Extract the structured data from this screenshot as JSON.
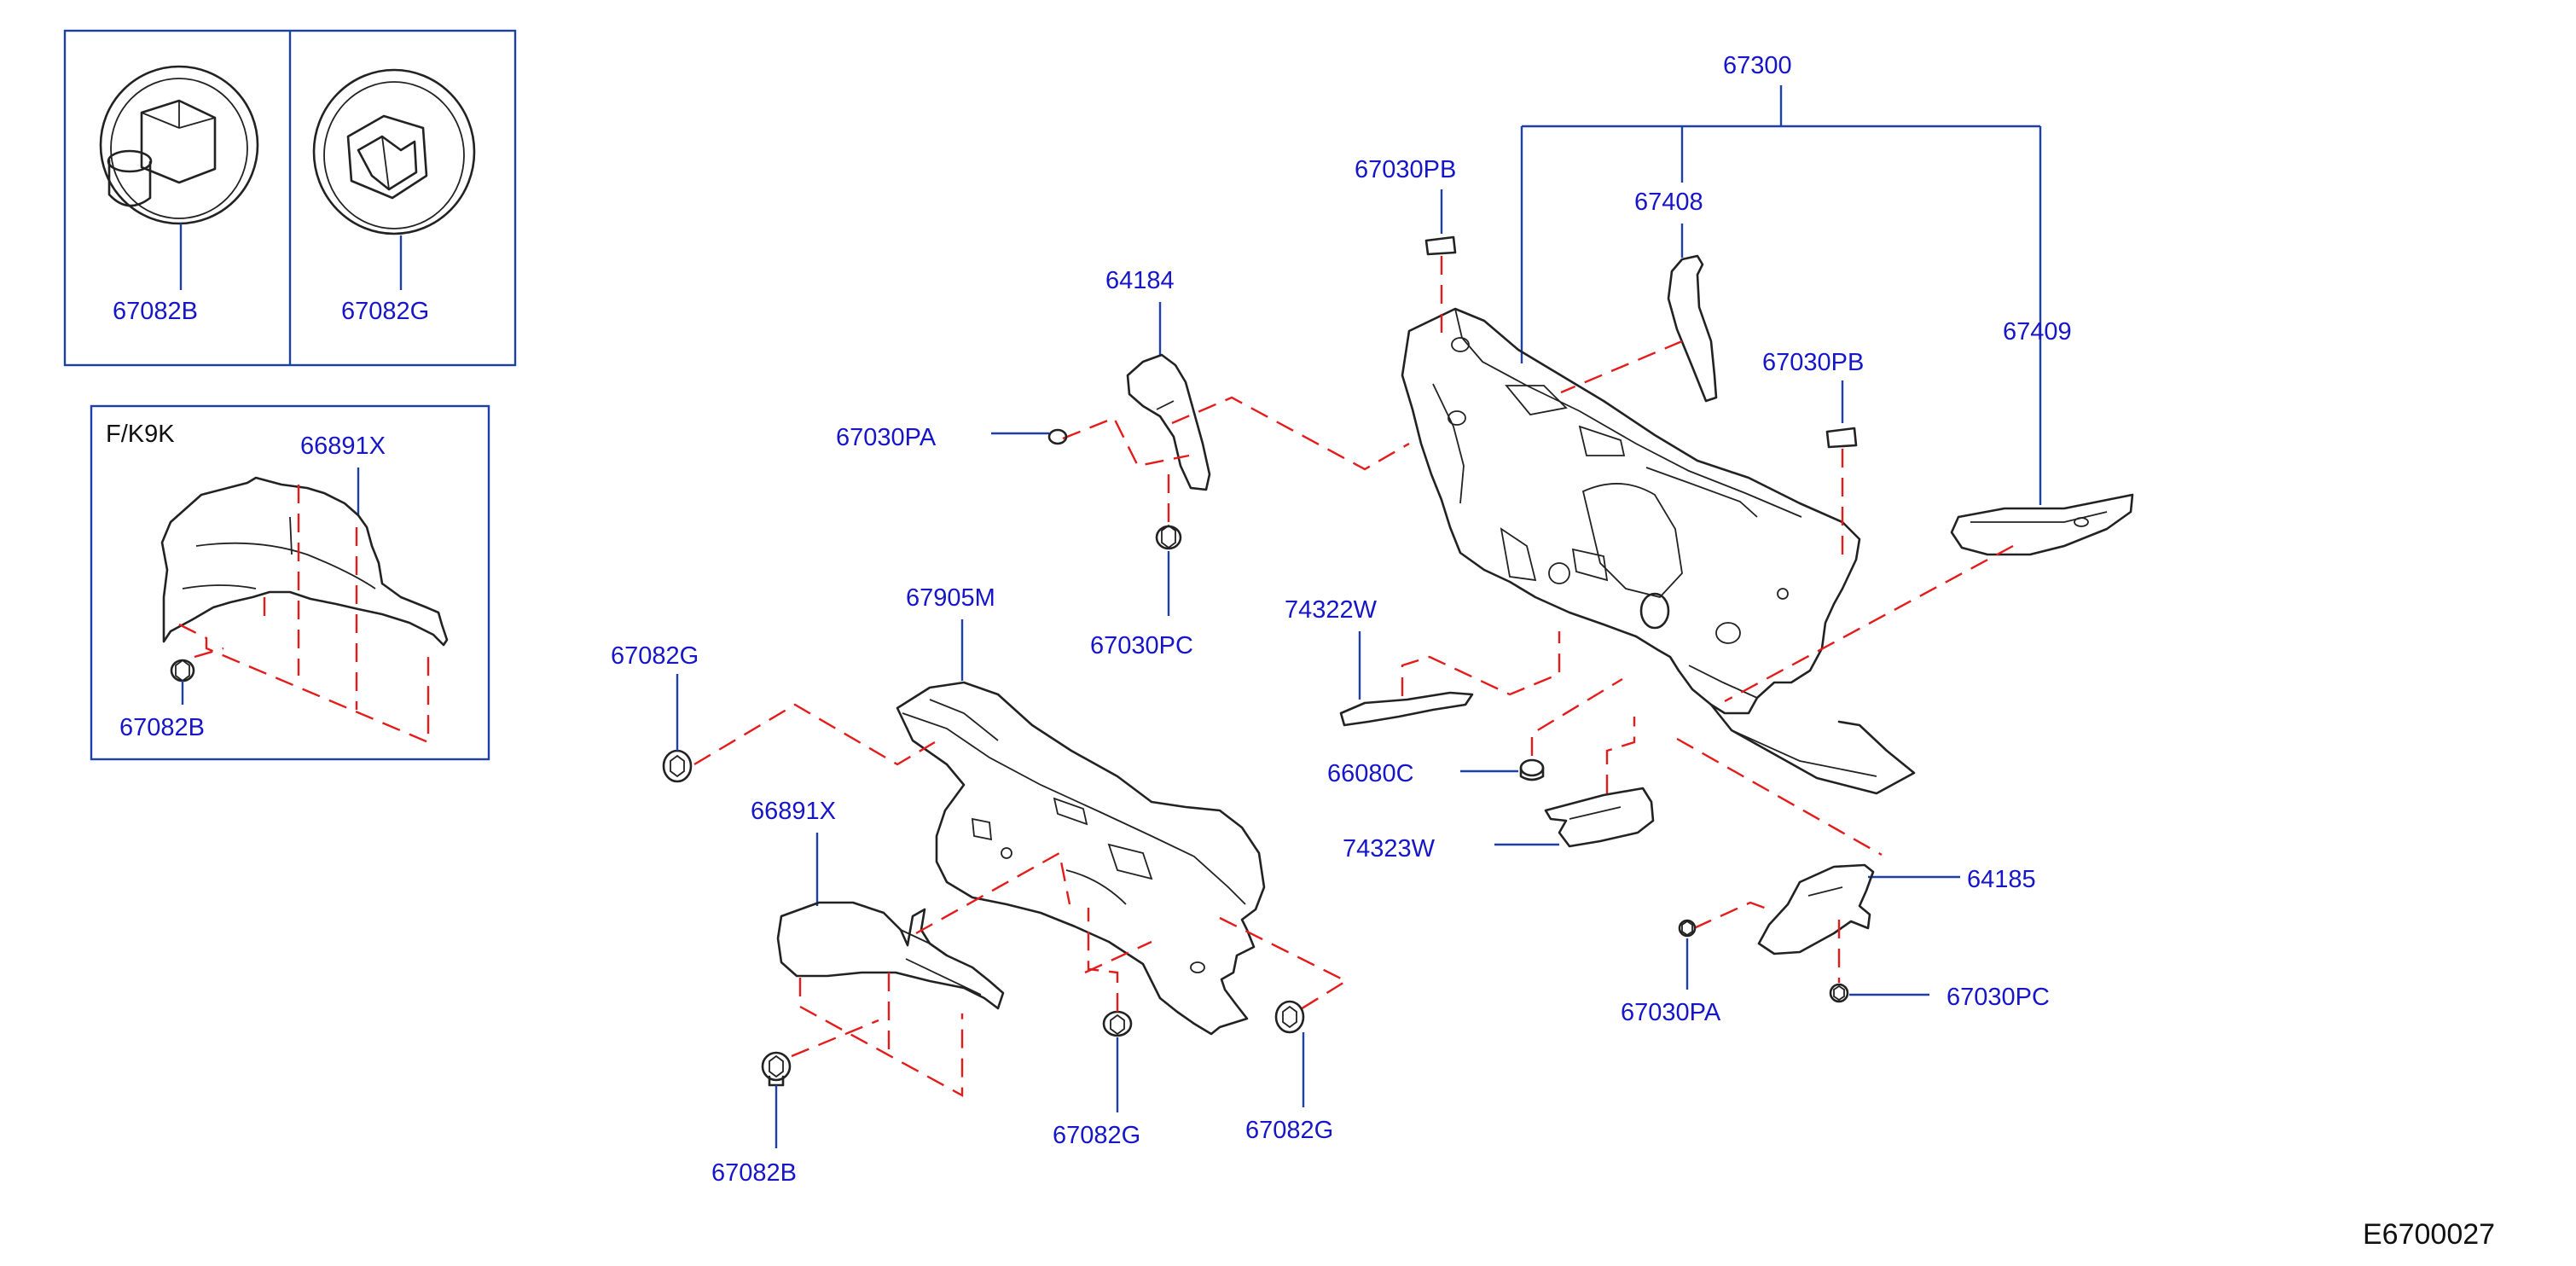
{
  "diagram_id": "E6700027",
  "variant_label": "F/K9K",
  "colors": {
    "label": "#1616c8",
    "leader": "#1e3fa8",
    "dashed_guide": "#e41b1b",
    "part_outline": "#222222"
  },
  "callouts": {
    "inset_a_left": "67082B",
    "inset_a_right": "67082G",
    "inset_b_part": "66891X",
    "inset_b_nut": "67082B",
    "main_67300": "67300",
    "main_67408": "67408",
    "main_67409": "67409",
    "main_67030PB_top": "67030PB",
    "main_67030PB_right": "67030PB",
    "main_64184": "64184",
    "main_67030PA_left": "67030PA",
    "main_67030PC_left": "67030PC",
    "main_74322W": "74322W",
    "main_66080C": "66080C",
    "main_74323W": "74323W",
    "main_64185": "64185",
    "main_67030PA_right": "67030PA",
    "main_67030PC_right": "67030PC",
    "main_67905M": "67905M",
    "main_67082G_left": "67082G",
    "main_66891X": "66891X",
    "main_67082B_bottom": "67082B",
    "main_67082G_mid": "67082G",
    "main_67082G_right": "67082G"
  }
}
